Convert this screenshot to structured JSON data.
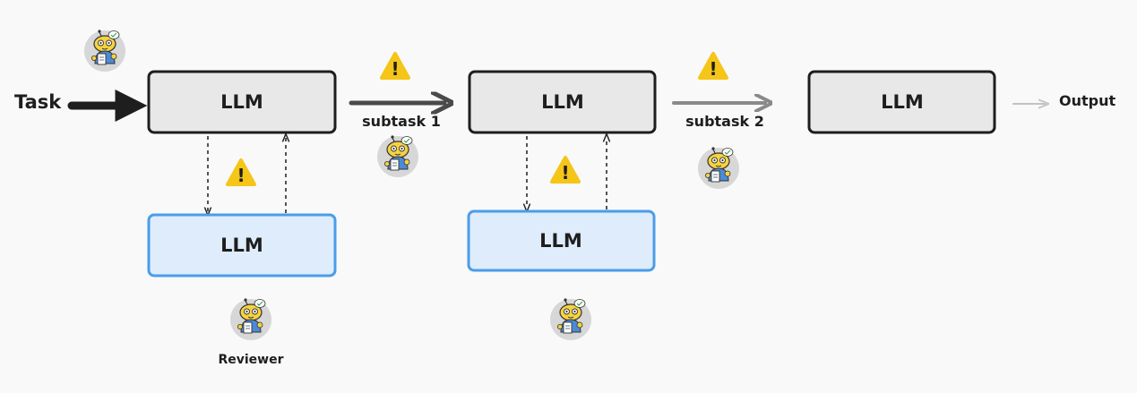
{
  "input_label": "Task",
  "output_label": "Output",
  "pipeline": [
    {
      "label": "LLM"
    },
    {
      "label": "LLM"
    },
    {
      "label": "LLM"
    }
  ],
  "reviewers": [
    {
      "label": "LLM"
    },
    {
      "label": "LLM"
    }
  ],
  "edges": {
    "subtask_1": "subtask 1",
    "subtask_2": "subtask 2"
  },
  "reviewer_caption": "Reviewer",
  "warning_symbol": "!",
  "icons": {
    "robot": "robot-reviewer-icon",
    "warning": "warning-icon"
  },
  "colors": {
    "background": "#f9f9fa",
    "llm_fill": "#e8e8e8",
    "llm_stroke": "#1e1e1e",
    "reviewer_fill": "#deecfb",
    "reviewer_stroke": "#4a9de8",
    "warning": "#f5c518",
    "arrow_dark": "#1e1e1e",
    "arrow_mid": "#4a4a4a",
    "arrow_light": "#8a8a8a",
    "arrow_faint": "#c2c2c2"
  }
}
